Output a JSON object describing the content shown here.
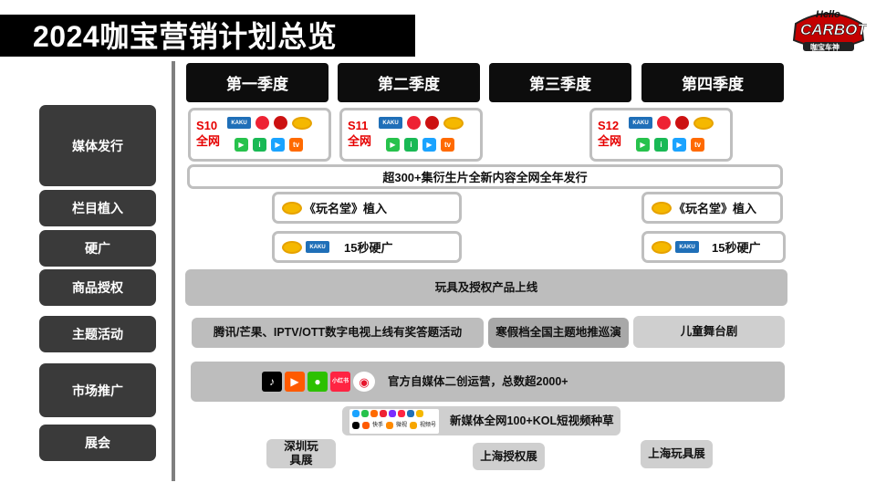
{
  "title": "2024咖宝营销计划总览",
  "logo": {
    "line1": "Hello",
    "line2": "CARBOT",
    "line3": "咖宝车神"
  },
  "categories": [
    "媒体发行",
    "栏目植入",
    "硬广",
    "商品授权",
    "主题活动",
    "市场推广",
    "展会"
  ],
  "quarters": [
    "第一季度",
    "第二季度",
    "第三季度",
    "第四季度"
  ],
  "media": [
    {
      "season": "S10",
      "scope": "全网"
    },
    {
      "season": "S11",
      "scope": "全网"
    },
    {
      "season": "S12",
      "scope": "全网"
    }
  ],
  "media_banner": "超300+集衍生片全新内容全网全年发行",
  "column_insert": "《玩名堂》植入",
  "hard_ad": "15秒硬广",
  "merch": "玩具及授权产品上线",
  "events": {
    "ev1": "腾讯/芒果、IPTV/OTT数字电视上线有奖答题活动",
    "ev2": "寒假档全国主题地推巡演",
    "ev3": "儿童舞台剧"
  },
  "promo": {
    "social": "官方自媒体二创运营，总数超2000+",
    "social_icons": [
      "douyin-icon",
      "kuaishou-icon",
      "wechat-icon",
      "xiaohongshu-icon",
      "weibo-icon"
    ],
    "kol": "新媒体全网100+KOL短视频种草",
    "kol_icons": [
      "快手",
      "微视",
      "视频号"
    ]
  },
  "expo": {
    "ex1": "深圳玩具展",
    "ex2": "上海授权展",
    "ex3": "上海玩具展"
  },
  "colors": {
    "accent_red": "#e60000",
    "dark": "#3a3a3a",
    "grey": "#bdbdbd"
  }
}
